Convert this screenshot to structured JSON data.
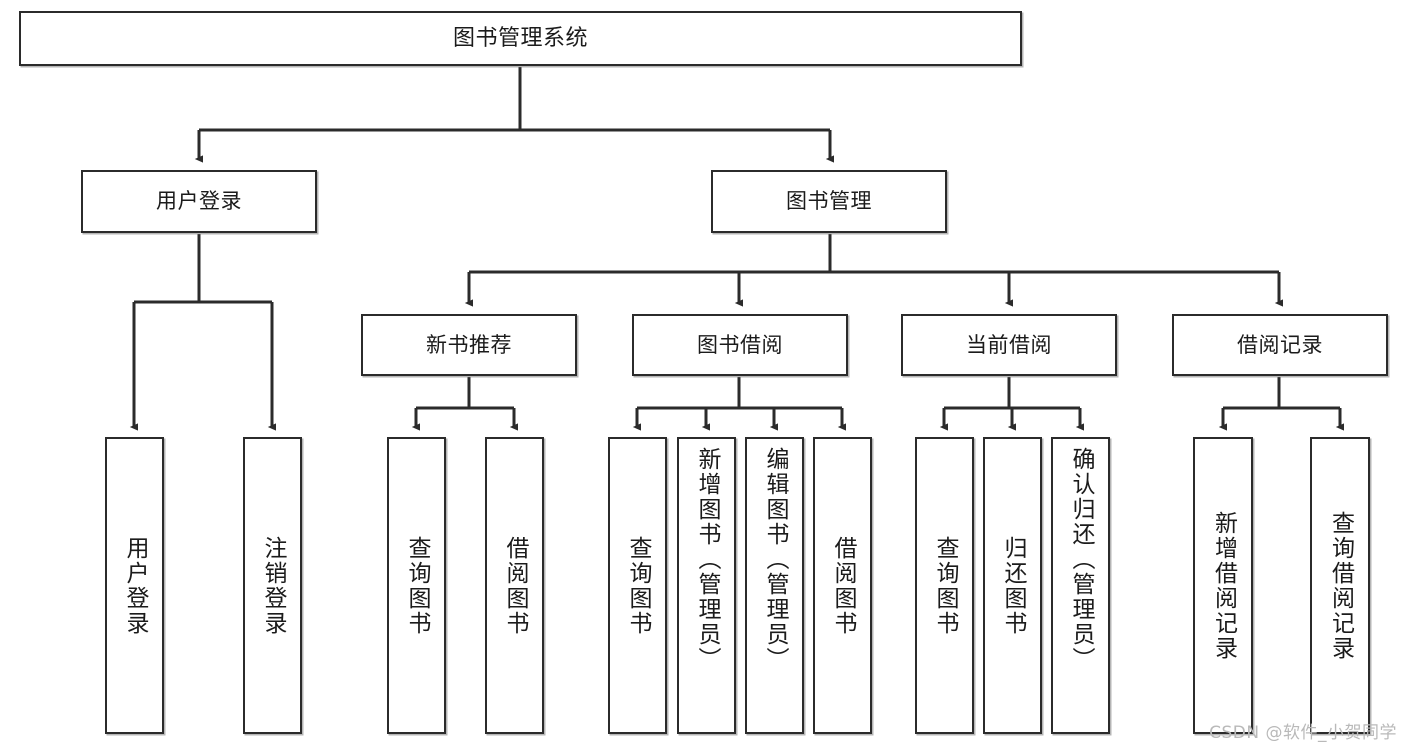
{
  "diagram": {
    "title": "图书管理系统",
    "type": "tree",
    "watermark": "CSDN @软件_小贺同学",
    "colors": {
      "box_border": "#2b2b2b",
      "box_fill": "#ffffff",
      "connector": "#2b2b2b",
      "watermark": "#b9b9b9"
    },
    "nodes": {
      "root": {
        "label": "图书管理系统"
      },
      "level2": [
        {
          "id": "user-login",
          "label": "用户登录"
        },
        {
          "id": "book-manage",
          "label": "图书管理"
        }
      ],
      "level3": [
        {
          "id": "new-book-recommend",
          "label": "新书推荐"
        },
        {
          "id": "book-borrow",
          "label": "图书借阅"
        },
        {
          "id": "current-borrow",
          "label": "当前借阅"
        },
        {
          "id": "borrow-record",
          "label": "借阅记录"
        }
      ],
      "leaves": {
        "user-login": [
          {
            "id": "leaf-user-login",
            "label": "用户登录"
          },
          {
            "id": "leaf-logout-login",
            "label": "注销登录"
          }
        ],
        "new-book-recommend": [
          {
            "id": "leaf-query-book-1",
            "label": "查询图书"
          },
          {
            "id": "leaf-borrow-book-1",
            "label": "借阅图书"
          }
        ],
        "book-borrow": [
          {
            "id": "leaf-query-book-2",
            "label": "查询图书"
          },
          {
            "id": "leaf-add-book",
            "label": "新增图书（管理员）"
          },
          {
            "id": "leaf-edit-book",
            "label": "编辑图书（管理员）"
          },
          {
            "id": "leaf-borrow-book-2",
            "label": "借阅图书"
          }
        ],
        "current-borrow": [
          {
            "id": "leaf-query-book-3",
            "label": "查询图书"
          },
          {
            "id": "leaf-return-book",
            "label": "归还图书"
          },
          {
            "id": "leaf-confirm-return",
            "label": "确认归还（管理员）"
          }
        ],
        "borrow-record": [
          {
            "id": "leaf-add-record",
            "label": "新增借阅记录"
          },
          {
            "id": "leaf-query-record",
            "label": "查询借阅记录"
          }
        ]
      }
    },
    "edges": [
      {
        "from": "root",
        "to": "user-login"
      },
      {
        "from": "root",
        "to": "book-manage"
      },
      {
        "from": "user-login",
        "to": "leaf-user-login"
      },
      {
        "from": "user-login",
        "to": "leaf-logout-login"
      },
      {
        "from": "book-manage",
        "to": "new-book-recommend"
      },
      {
        "from": "book-manage",
        "to": "book-borrow"
      },
      {
        "from": "book-manage",
        "to": "current-borrow"
      },
      {
        "from": "book-manage",
        "to": "borrow-record"
      },
      {
        "from": "new-book-recommend",
        "to": "leaf-query-book-1"
      },
      {
        "from": "new-book-recommend",
        "to": "leaf-borrow-book-1"
      },
      {
        "from": "book-borrow",
        "to": "leaf-query-book-2"
      },
      {
        "from": "book-borrow",
        "to": "leaf-add-book"
      },
      {
        "from": "book-borrow",
        "to": "leaf-edit-book"
      },
      {
        "from": "book-borrow",
        "to": "leaf-borrow-book-2"
      },
      {
        "from": "current-borrow",
        "to": "leaf-query-book-3"
      },
      {
        "from": "current-borrow",
        "to": "leaf-return-book"
      },
      {
        "from": "current-borrow",
        "to": "leaf-confirm-return"
      },
      {
        "from": "borrow-record",
        "to": "leaf-add-record"
      },
      {
        "from": "borrow-record",
        "to": "leaf-query-record"
      }
    ]
  }
}
